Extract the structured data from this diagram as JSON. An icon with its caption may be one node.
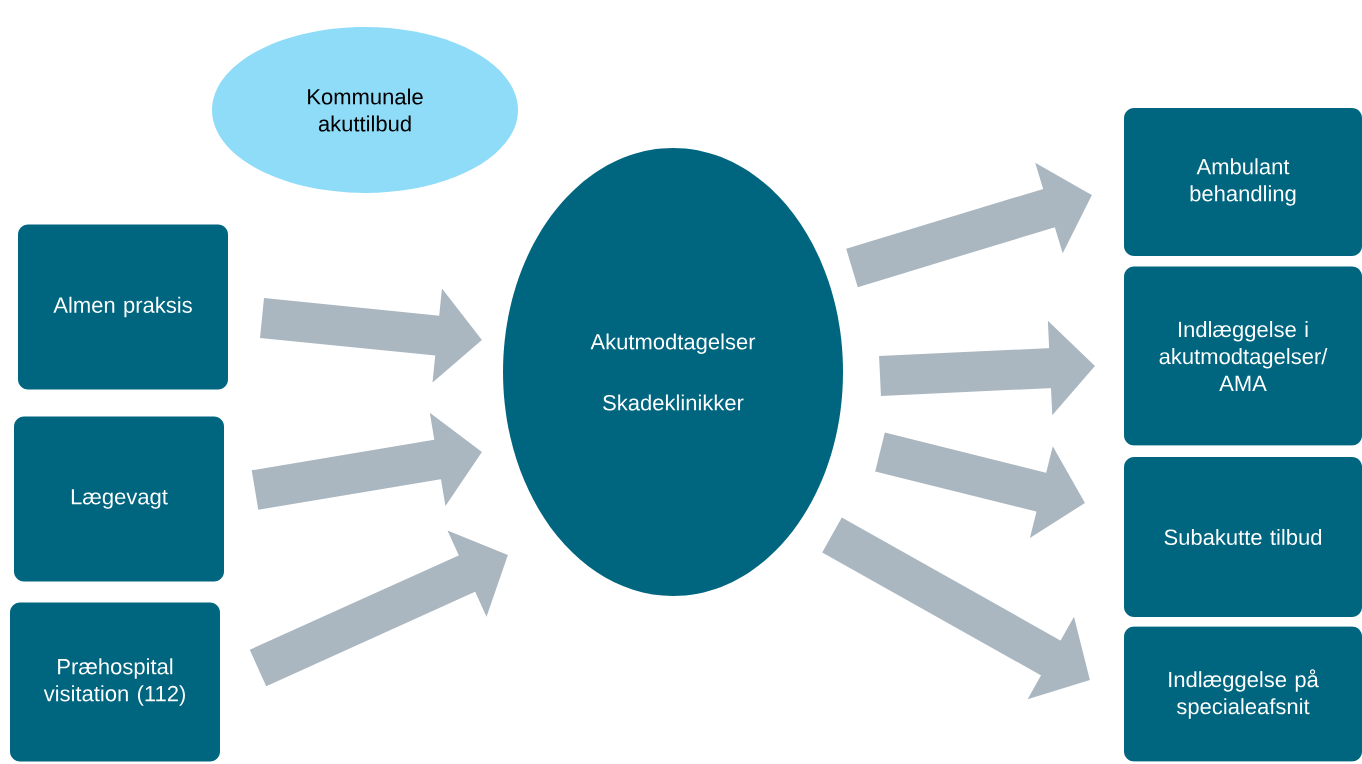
{
  "diagram": {
    "nodes": [
      {
        "text": [
          "Kommunale akuttilbud"
        ]
      },
      {
        "text": [
          "Almen praksis"
        ]
      },
      {
        "text": [
          "Lægevagt"
        ]
      },
      {
        "text": [
          "Præhospital visitation (112)"
        ]
      },
      {
        "text": [
          "Akutmodtagelser",
          "Skadeklinikker"
        ]
      },
      {
        "text": [
          "Ambulant behandling"
        ]
      },
      {
        "text": [
          "Indlæggelse i akutmodtagelser/ AMA"
        ]
      },
      {
        "text": [
          "Subakutte tilbud"
        ]
      },
      {
        "text": [
          "Indlæggelse på specialeafsnit"
        ]
      }
    ],
    "edges": [
      {
        "from": 1,
        "to": 4,
        "arrow": "to"
      },
      {
        "from": 2,
        "to": 4,
        "arrow": "to"
      },
      {
        "from": 3,
        "to": 4,
        "arrow": "to"
      },
      {
        "from": 4,
        "to": 5,
        "arrow": "to"
      },
      {
        "from": 4,
        "to": 6,
        "arrow": "to"
      },
      {
        "from": 4,
        "to": 7,
        "arrow": "to"
      },
      {
        "from": 4,
        "to": 8,
        "arrow": "to"
      }
    ]
  }
}
